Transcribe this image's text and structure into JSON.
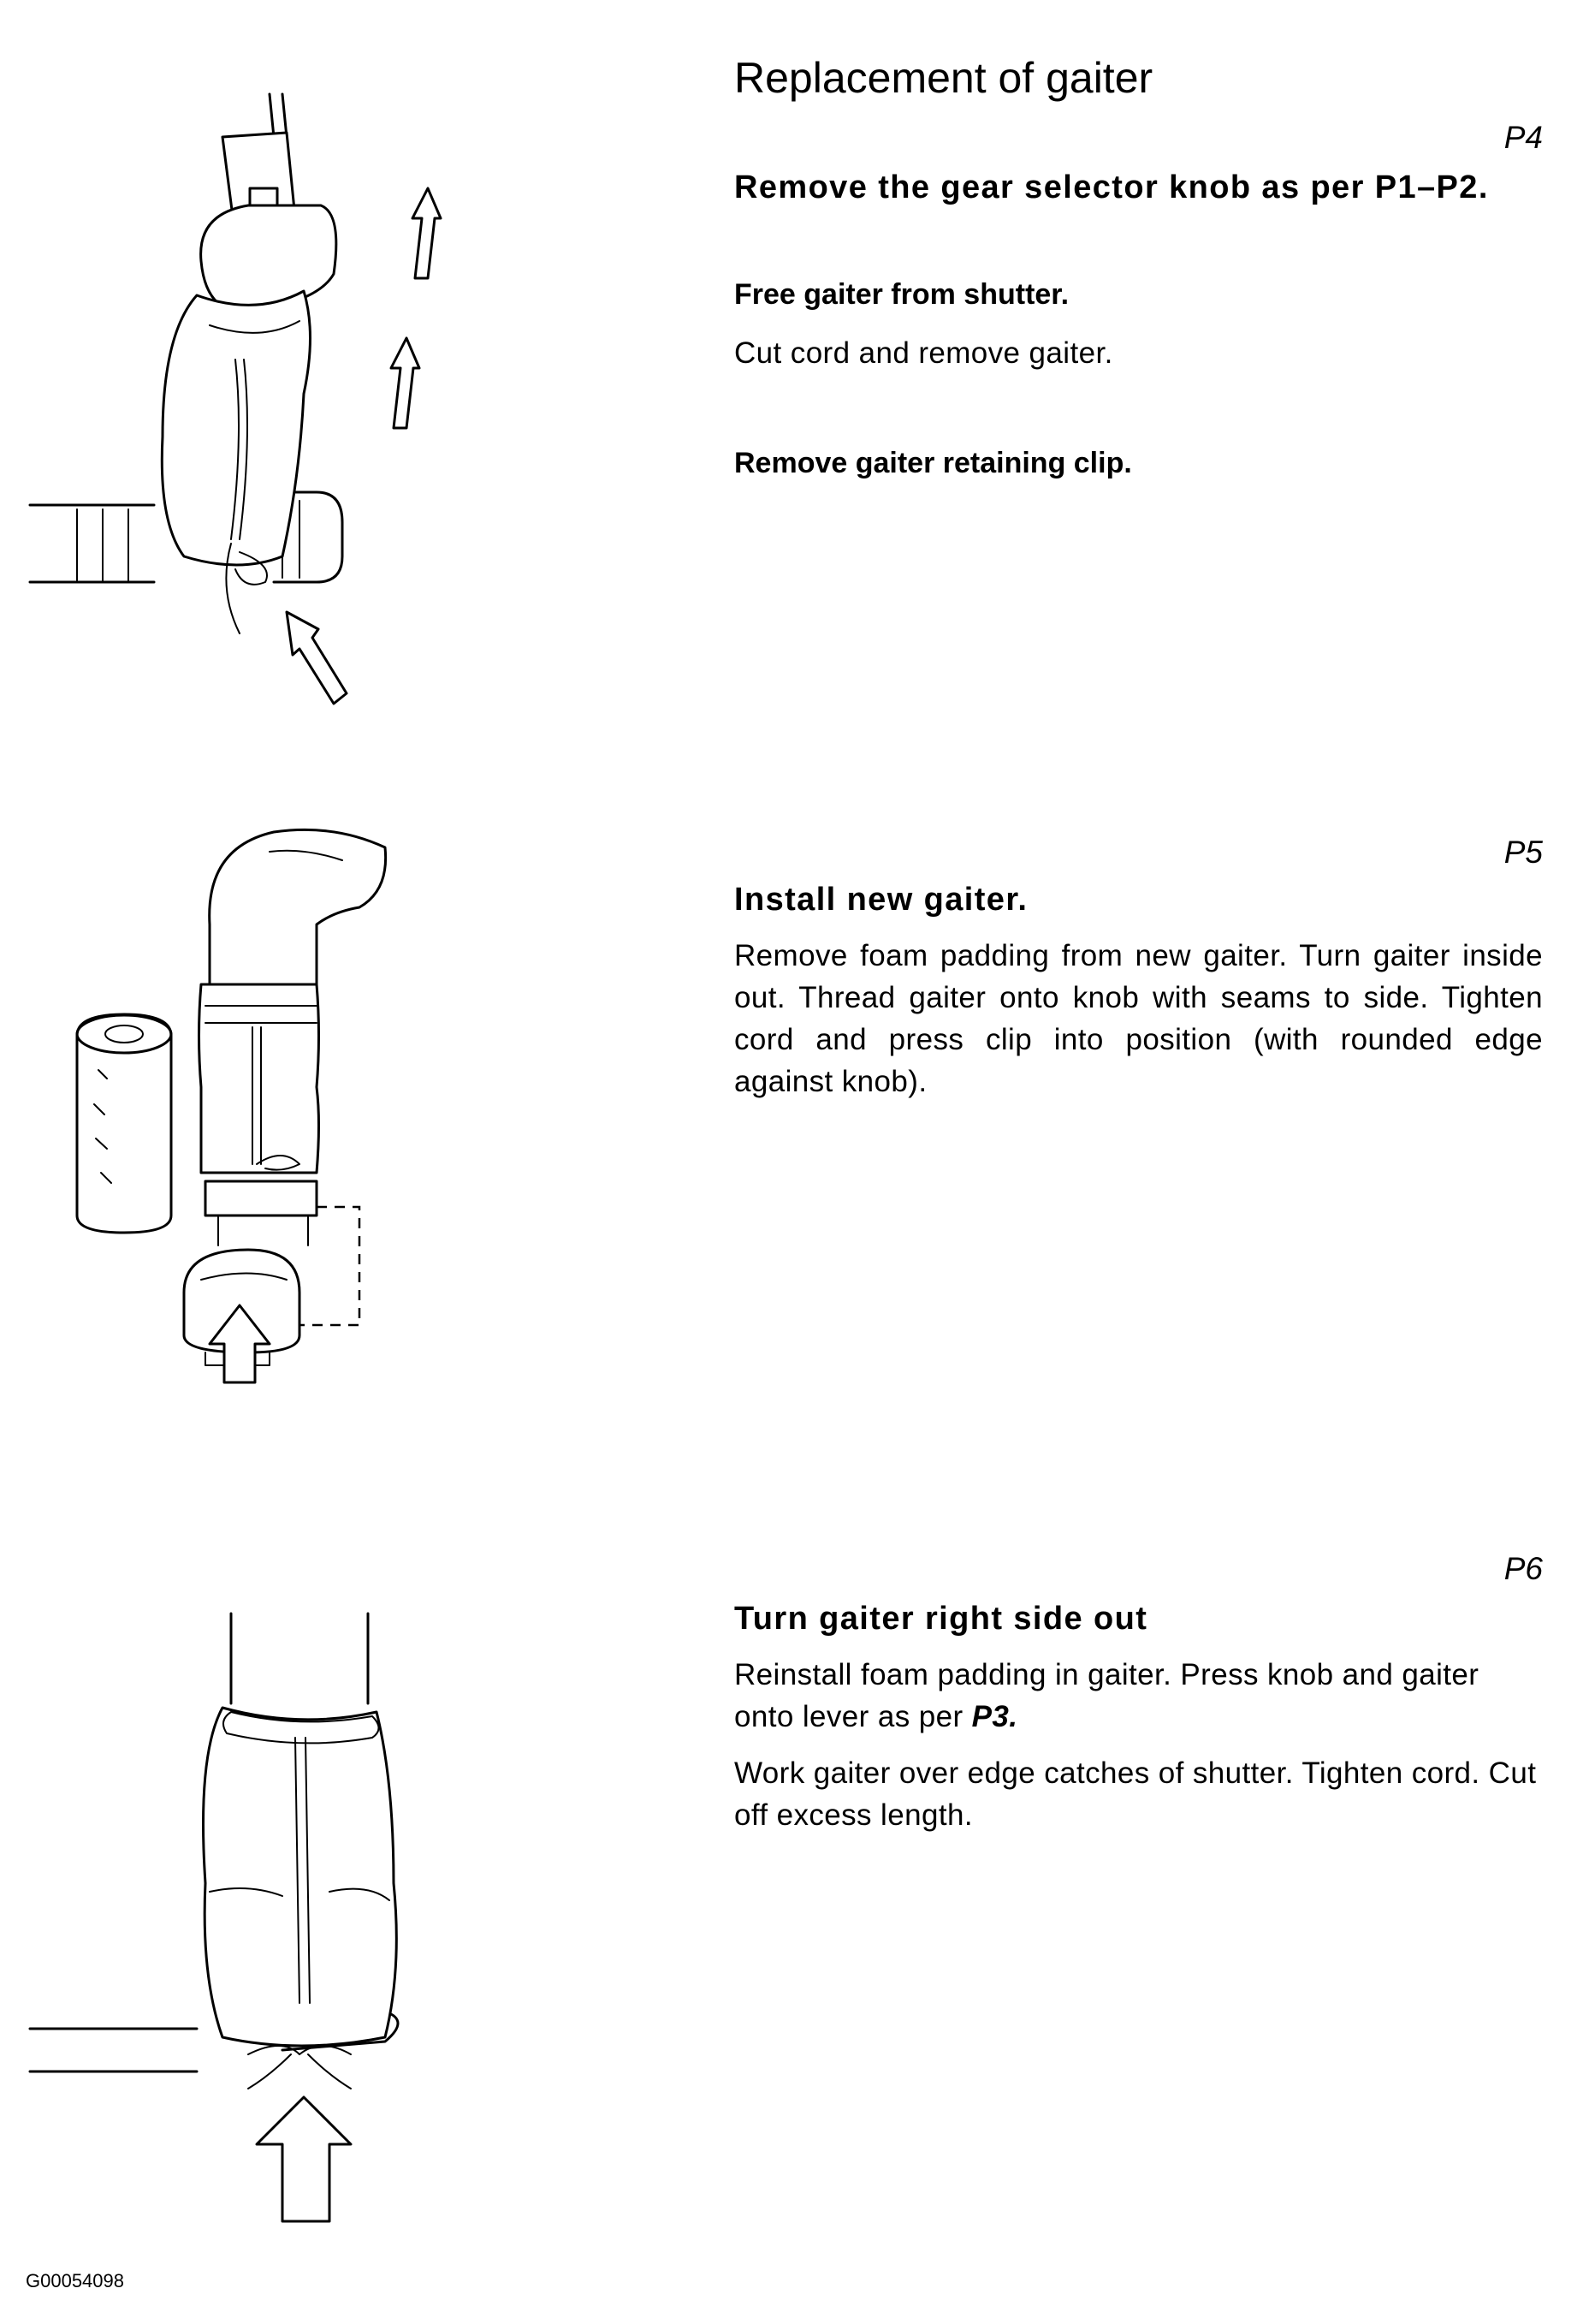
{
  "title": "Replacement of gaiter",
  "steps": [
    {
      "ref": "P4",
      "heading": "Remove the gear selector knob as per P1–P2.",
      "sub1": "Free gaiter from shutter.",
      "text1": "Cut cord and remove gaiter.",
      "sub2": "Remove gaiter retaining clip."
    },
    {
      "ref": "P5",
      "heading": "Install new gaiter.",
      "text": "Remove foam padding from new gaiter. Turn gaiter inside out. Thread gaiter onto knob with seams to side. Tighten cord and press clip into position (with rounded edge against knob)."
    },
    {
      "ref": "P6",
      "heading": "Turn gaiter right side out",
      "text1_pre": "Reinstall foam padding in gaiter. Press knob and gaiter onto lever as per ",
      "text1_ref": "P3.",
      "text2": "Work gaiter over edge catches of shutter. Tighten cord. Cut off excess length."
    }
  ],
  "figure_code": "G00054098"
}
